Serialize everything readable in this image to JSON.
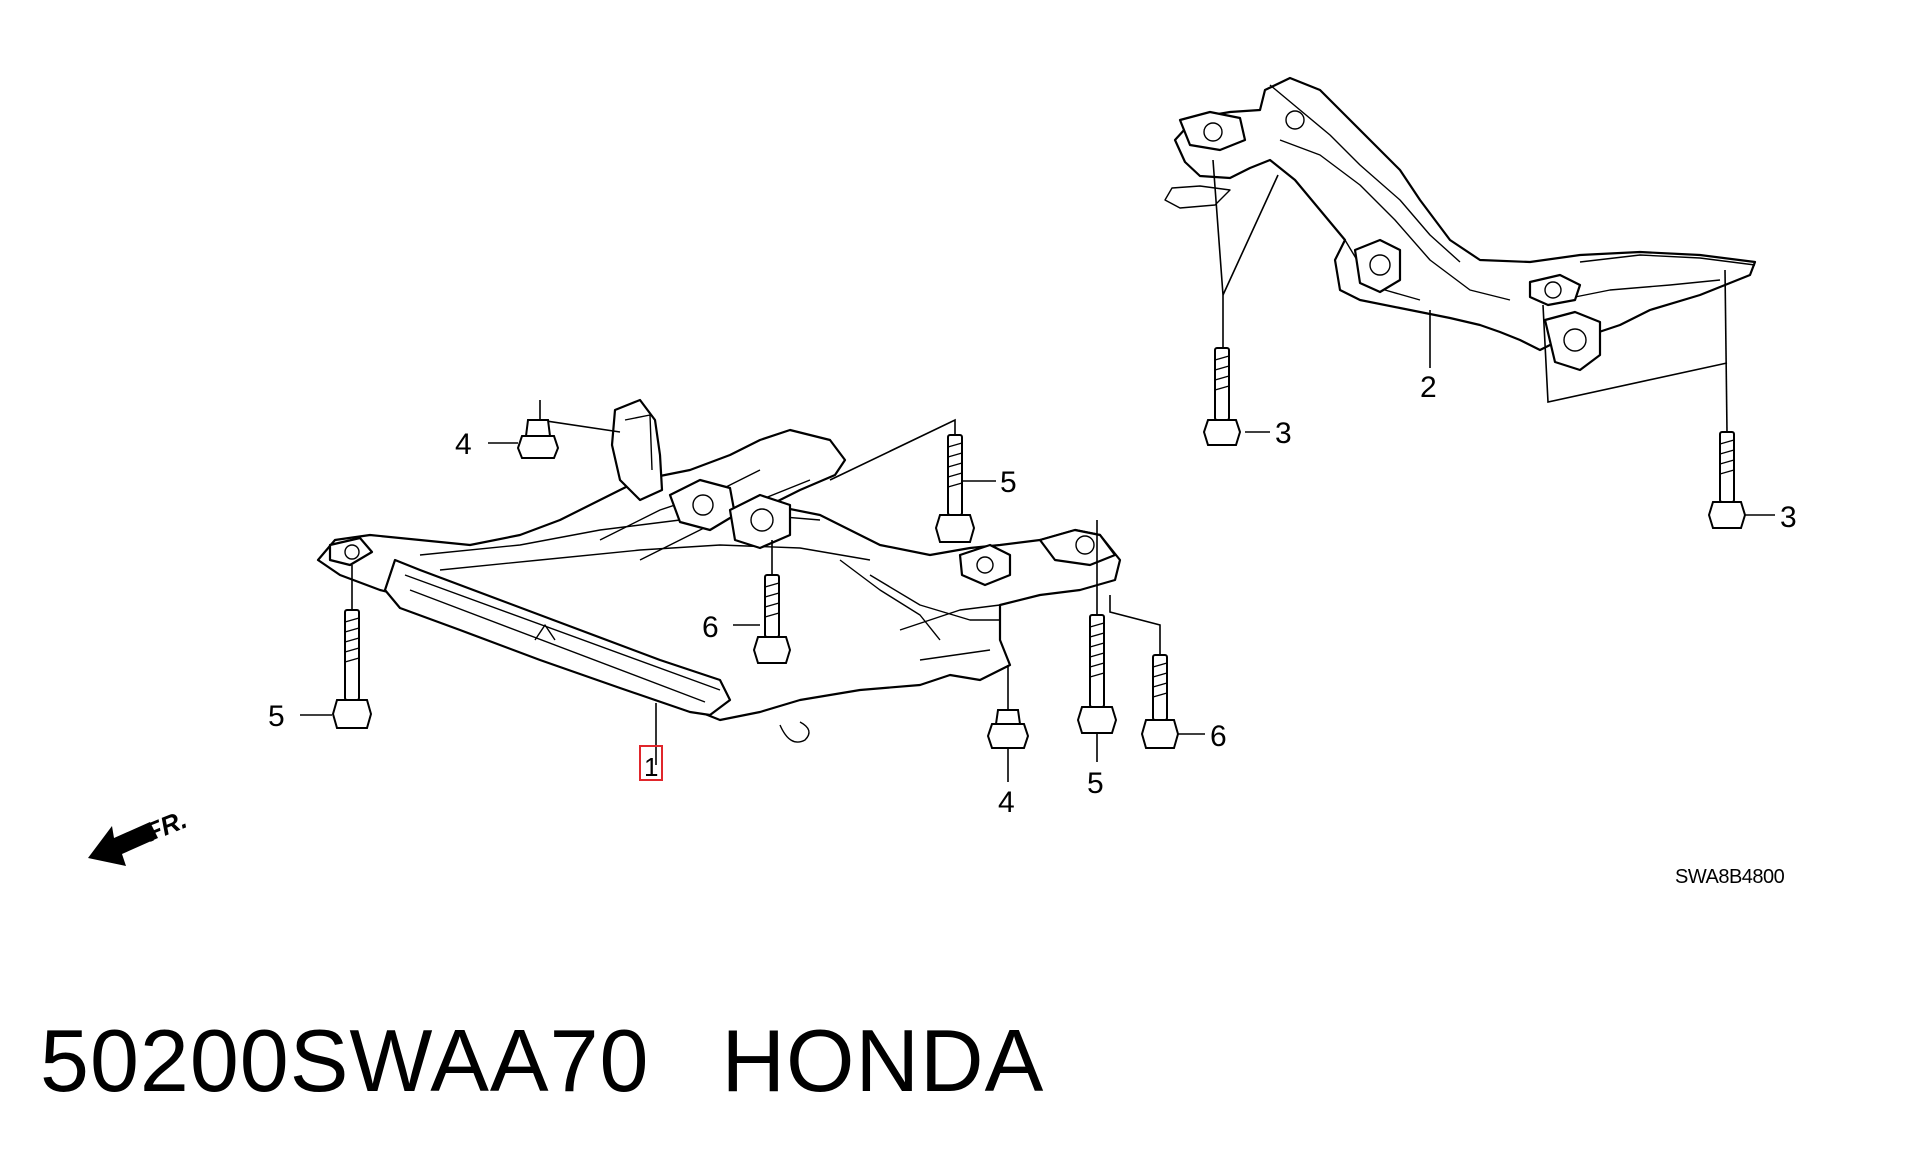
{
  "callouts": {
    "c1": "1",
    "c2": "2",
    "c3a": "3",
    "c3b": "3",
    "c4a": "4",
    "c4b": "4",
    "c5a": "5",
    "c5b": "5",
    "c5c": "5",
    "c6a": "6",
    "c6b": "6"
  },
  "direction_label": "FR.",
  "diagram_code": "SWA8B4800",
  "footer": {
    "part_number": "50200SWAA70",
    "brand": "HONDA"
  },
  "highlight_color": "#e0262b"
}
